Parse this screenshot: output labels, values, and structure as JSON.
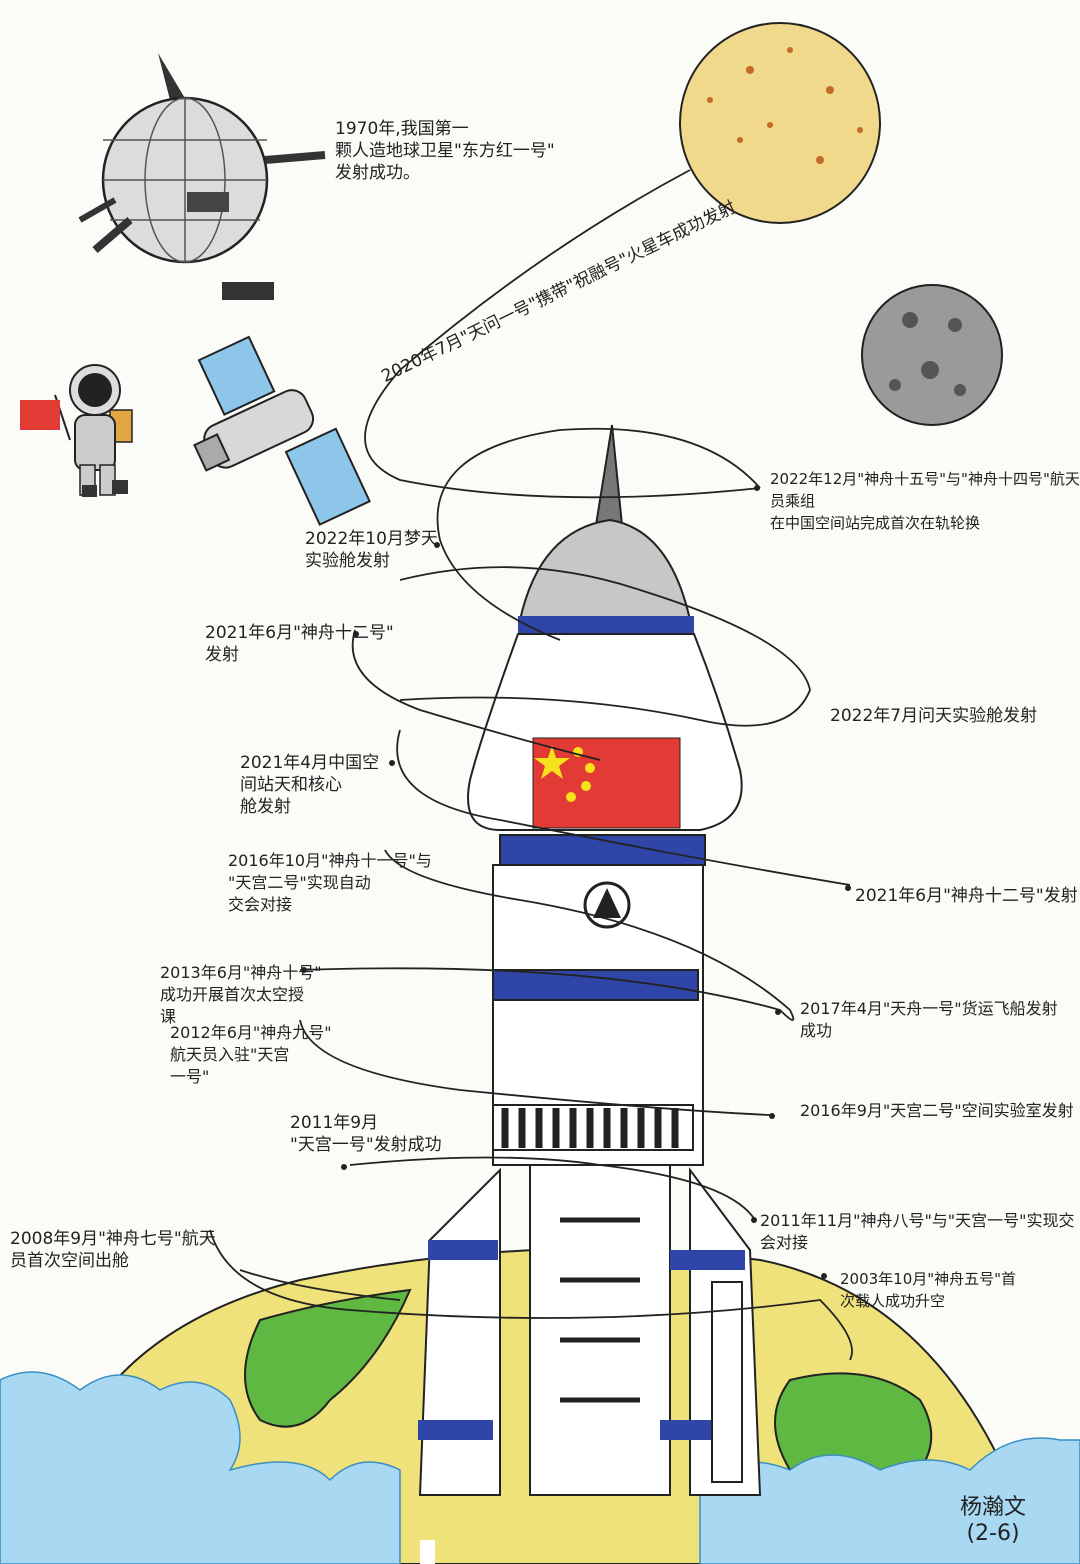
{
  "colors": {
    "paper": "#fbfbf7",
    "rocket_blue": "#2f46a8",
    "planet_yellow": "#f0d98b",
    "land_green": "#5fb841",
    "water_blue": "#a9d8f2",
    "flag_red": "#e23a35",
    "star_yellow": "#f6e11a"
  },
  "icons": [
    "satellite-dongfanghong-icon",
    "astronaut-icon",
    "space-station-icon",
    "sun-planet-icon",
    "moon-icon",
    "rocket-icon",
    "chinese-flag-icon",
    "earth-icon",
    "cnsa-logo-icon"
  ],
  "notes": {
    "n1970": "1970年,我国第一\n颗人造地球卫星\"东方红一号\"\n发射成功。",
    "n2020": "2020年7月\"天问一号\"携带\"祝融号\"火星车成功发射",
    "n2022_12": "2022年12月\"神舟十五号\"与\"神舟十四号\"航天员乘组\n在中国空间站完成首次在轨轮换",
    "n2022_10": "2022年10月梦天\n实验舱发射",
    "n2021_6a": "2021年6月\"神舟十二号\"\n发射",
    "n2022_7": "2022年7月问天实验舱发射",
    "n2021_4": "2021年4月中国空\n间站天和核心\n舱发射",
    "n2016_10": "2016年10月\"神舟十一号\"与\n\"天宫二号\"实现自动\n交会对接",
    "n2021_6b": "2021年6月\"神舟十二号\"发射",
    "n2013_6": "2013年6月\"神舟十号\"\n成功开展首次太空授\n课",
    "n2017_4": "2017年4月\"天舟一号\"货运飞船发射\n成功",
    "n2012_6": "2012年6月\"神舟九号\"\n航天员入驻\"天宫\n一号\"",
    "n2016_9": "2016年9月\"天宫二号\"空间实验室发射",
    "n2011_9": "2011年9月\n\"天宫一号\"发射成功",
    "n2011_11": "2011年11月\"神舟八号\"与\"天宫一号\"实现交会对接",
    "n2008_9": "2008年9月\"神舟七号\"航天\n员首次空间出舱",
    "n2003_10": "2003年10月\"神舟五号\"首\n次载人成功升空",
    "signature": "杨瀚文\n(2-6)"
  }
}
